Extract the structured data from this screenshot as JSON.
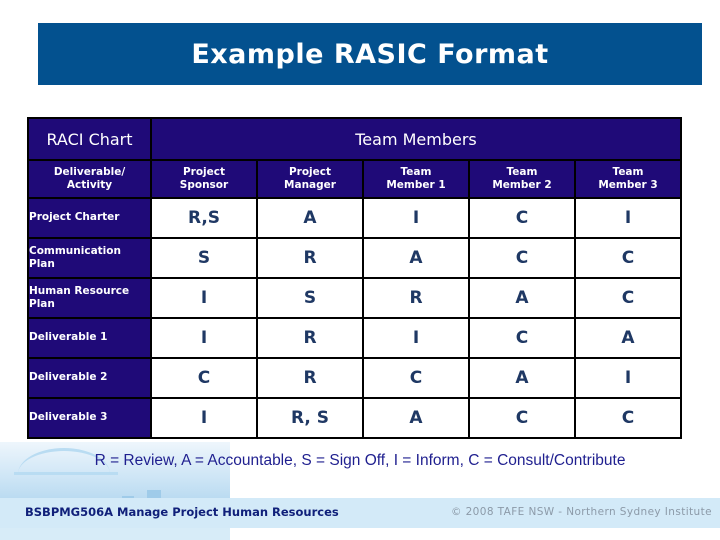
{
  "slide": {
    "title": "Example RASIC Format",
    "title_bar_color": "#03518f",
    "table_header_color": "#1f0a78",
    "value_text_color": "#1f3864",
    "legend_text_color": "#1f1f8f",
    "footer_bar_color": "#d3eaf8"
  },
  "table": {
    "corner_header": "RACI Chart",
    "group_header": "Team Members",
    "columns": [
      "Deliverable/ Activity",
      "Project Sponsor",
      "Project Manager",
      "Team Member 1",
      "Team Member 2",
      "Team Member 3"
    ],
    "column_lines": [
      [
        "Deliverable/",
        "Activity"
      ],
      [
        "Project",
        "Sponsor"
      ],
      [
        "Project",
        "Manager"
      ],
      [
        "Team",
        "Member 1"
      ],
      [
        "Team",
        "Member 2"
      ],
      [
        "Team",
        "Member 3"
      ]
    ],
    "rows": [
      {
        "label": "Project Charter",
        "values": [
          "R,S",
          "A",
          "I",
          "C",
          "I"
        ]
      },
      {
        "label": "Communication Plan",
        "values": [
          "S",
          "R",
          "A",
          "C",
          "C"
        ]
      },
      {
        "label": "Human Resource Plan",
        "values": [
          "I",
          "S",
          "R",
          "A",
          "C"
        ]
      },
      {
        "label": "Deliverable 1",
        "values": [
          "I",
          "R",
          "I",
          "C",
          "A"
        ]
      },
      {
        "label": "Deliverable 2",
        "values": [
          "C",
          "R",
          "C",
          "A",
          "I"
        ]
      },
      {
        "label": "Deliverable 3",
        "values": [
          "I",
          "R, S",
          "A",
          "C",
          "C"
        ]
      }
    ]
  },
  "legend": {
    "text": "R = Review, A = Accountable, S = Sign Off, I = Inform, C = Consult/Contribute"
  },
  "footer": {
    "course": "BSBPMG506A Manage Project Human Resources",
    "copyright": "© 2008 TAFE NSW - Northern Sydney Institute"
  }
}
